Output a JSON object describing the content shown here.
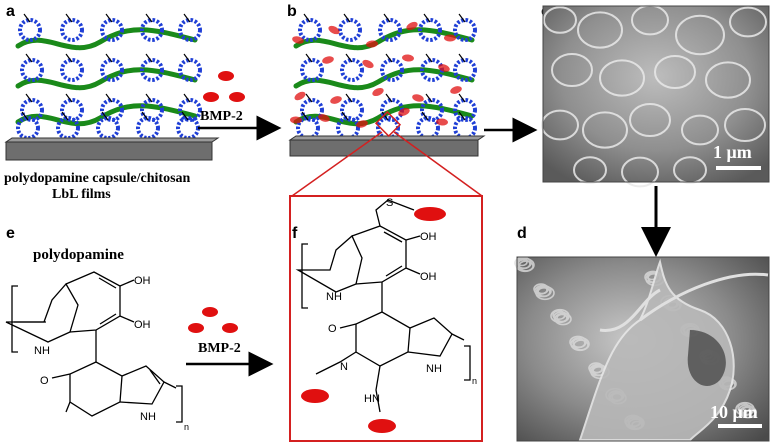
{
  "panels": {
    "a": "a",
    "b": "b",
    "c": "c",
    "d": "d",
    "e": "e",
    "f": "f"
  },
  "panel_a": {
    "caption_line1": "polydopamine capsule/chitosan",
    "caption_line2": "LbL films"
  },
  "arrow_ab": {
    "label": "BMP-2"
  },
  "panel_c": {
    "scale_label": "1 μm"
  },
  "panel_d": {
    "scale_label": "10 μm"
  },
  "panel_e": {
    "title": "polydopamine",
    "labels": {
      "oh1": "OH",
      "oh2": "OH",
      "nh": "NH",
      "nh2": "NH",
      "o": "O",
      "n": "n"
    }
  },
  "arrow_ef": {
    "label": "BMP-2"
  },
  "panel_f": {
    "labels": {
      "s": "S",
      "oh1": "OH",
      "oh2": "OH",
      "nh1": "NH",
      "o": "O",
      "nh2": "NH",
      "n": "N",
      "hn": "HN",
      "sub": "n"
    }
  },
  "colors": {
    "capsule": "#1f3fd6",
    "chitosan": "#1a8a1a",
    "bmp2": "#e01010",
    "frame": "#d42020",
    "substrate": "#6e6e6e"
  }
}
